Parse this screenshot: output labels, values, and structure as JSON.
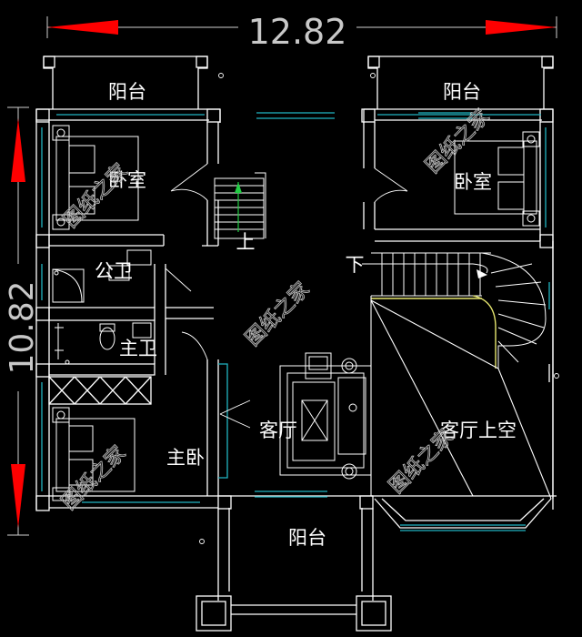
{
  "dimensions": {
    "width": "12.82",
    "height": "10.82"
  },
  "rooms": {
    "balcony_top_left": "阳台",
    "balcony_top_right": "阳台",
    "bedroom_left": "卧室",
    "bedroom_right": "卧室",
    "public_bath": "公卫",
    "master_bath": "主卫",
    "master_bedroom": "主卧",
    "living_room": "客厅",
    "living_void": "客厅上空",
    "balcony_bottom": "阳台"
  },
  "stairs": {
    "up": "上",
    "down": "下"
  },
  "watermark": "图纸之家",
  "colors": {
    "background": "#000000",
    "wall": "#ffffff",
    "window": "#21b5c2",
    "dimension_arrow": "#ff0000",
    "dimension_text": "#c8c8c8",
    "stair_rail": "#e8e870",
    "arrow_green": "#22cc44"
  }
}
